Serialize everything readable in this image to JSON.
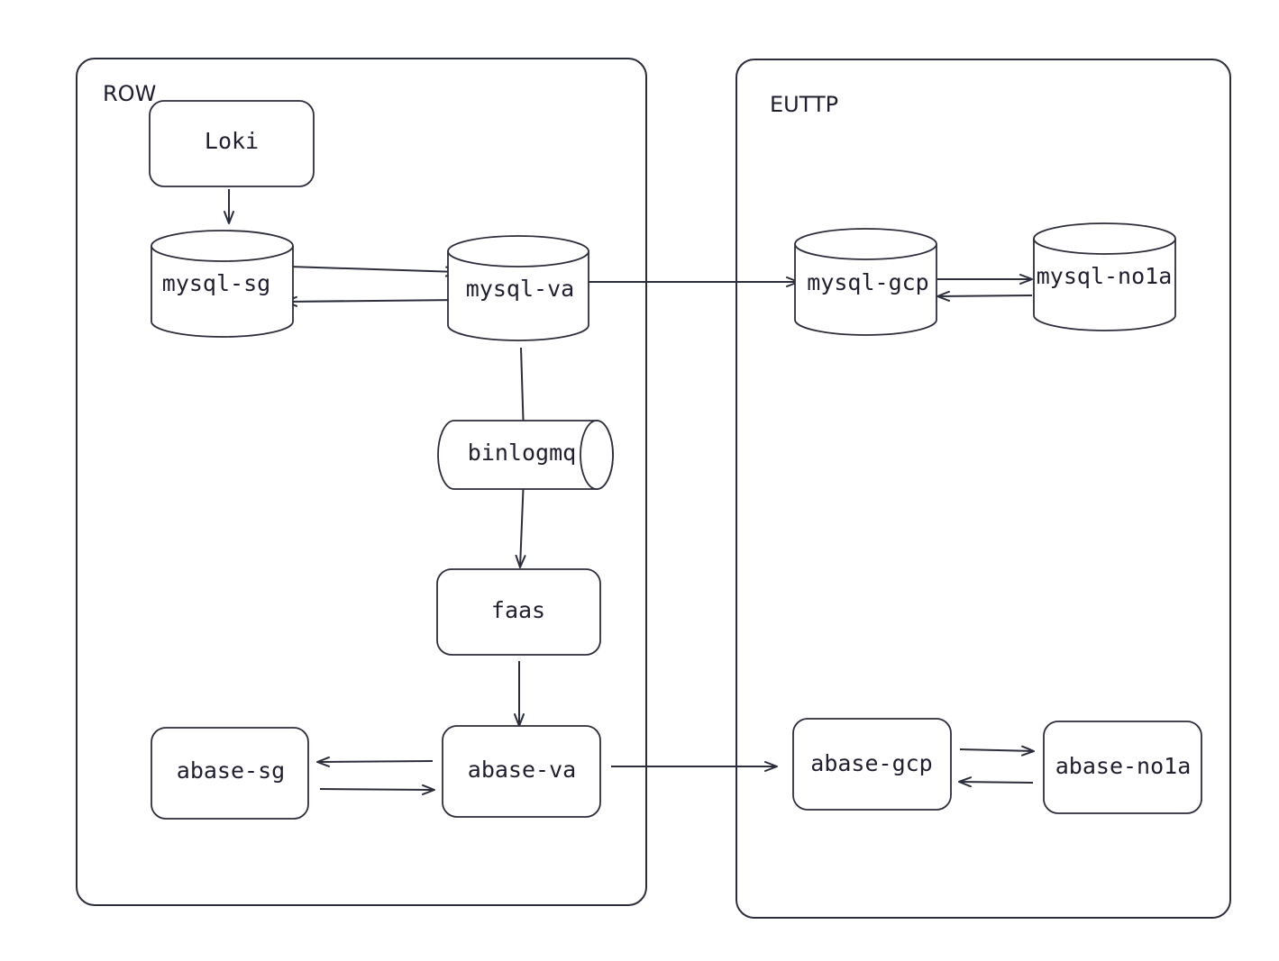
{
  "regions": {
    "row": {
      "label": "ROW"
    },
    "euttp": {
      "label": "EUTTP"
    }
  },
  "nodes": {
    "loki": {
      "label": "Loki",
      "shape": "rounded-rect"
    },
    "mysql_sg": {
      "label": "mysql-sg",
      "shape": "cylinder"
    },
    "mysql_va": {
      "label": "mysql-va",
      "shape": "cylinder"
    },
    "binlogmq": {
      "label": "binlogmq",
      "shape": "horizontal-cylinder"
    },
    "faas": {
      "label": "faas",
      "shape": "rounded-rect"
    },
    "abase_sg": {
      "label": "abase-sg",
      "shape": "rounded-rect"
    },
    "abase_va": {
      "label": "abase-va",
      "shape": "rounded-rect"
    },
    "mysql_gcp": {
      "label": "mysql-gcp",
      "shape": "cylinder"
    },
    "mysql_no1a": {
      "label": "mysql-no1a",
      "shape": "cylinder"
    },
    "abase_gcp": {
      "label": "abase-gcp",
      "shape": "rounded-rect"
    },
    "abase_no1a": {
      "label": "abase-no1a",
      "shape": "rounded-rect"
    }
  },
  "edges": [
    {
      "from": "loki",
      "to": "mysql_sg"
    },
    {
      "from": "mysql_sg",
      "to": "mysql_va"
    },
    {
      "from": "mysql_va",
      "to": "mysql_sg"
    },
    {
      "from": "mysql_va",
      "to": "mysql_gcp"
    },
    {
      "from": "mysql_gcp",
      "to": "mysql_no1a"
    },
    {
      "from": "mysql_no1a",
      "to": "mysql_gcp"
    },
    {
      "from": "mysql_va",
      "to": "binlogmq"
    },
    {
      "from": "binlogmq",
      "to": "faas"
    },
    {
      "from": "faas",
      "to": "abase_va"
    },
    {
      "from": "abase_va",
      "to": "abase_sg"
    },
    {
      "from": "abase_sg",
      "to": "abase_va"
    },
    {
      "from": "abase_va",
      "to": "abase_gcp"
    },
    {
      "from": "abase_gcp",
      "to": "abase_no1a"
    },
    {
      "from": "abase_no1a",
      "to": "abase_gcp"
    }
  ],
  "colors": {
    "stroke": "#2b2d3a",
    "text": "#1e1e2e",
    "background": "#ffffff"
  }
}
